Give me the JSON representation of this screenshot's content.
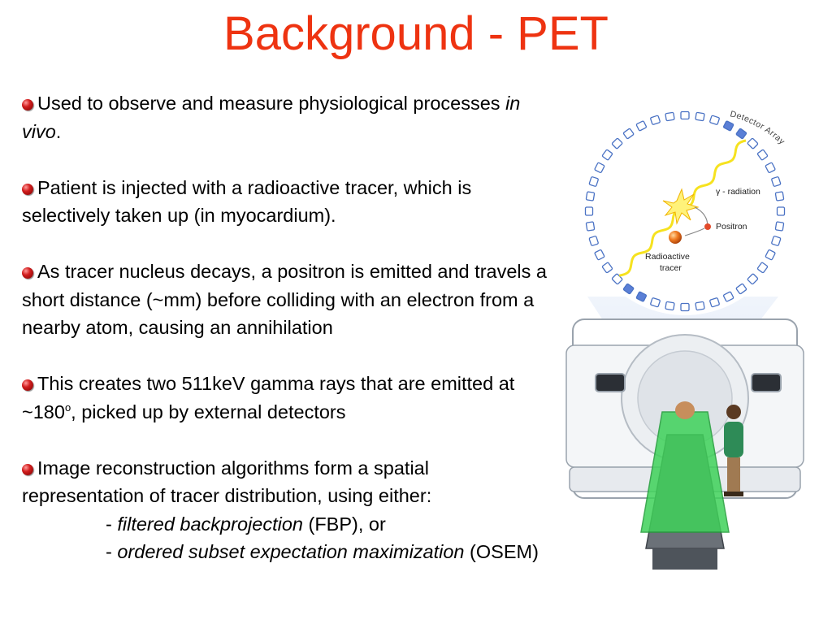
{
  "title": "Background - PET",
  "bullets": [
    {
      "text": "Used to observe and measure physiological processes ",
      "italic": "in vivo",
      "after": "."
    },
    {
      "text": "Patient is injected with a radioactive tracer, which is selectively taken up (in myocardium)."
    },
    {
      "text": "As tracer nucleus decays, a positron is emitted and travels a short distance (~mm) before colliding with an electron from a nearby atom, causing an annihilation"
    },
    {
      "text_a": "This creates two 511keV gamma rays that are emitted at ~180",
      "sup": "o",
      "text_b": ", picked up by external detectors"
    },
    {
      "text": "Image reconstruction algorithms form a spatial representation of tracer distribution, using either:",
      "methods": [
        {
          "dash": "- ",
          "italic": "filtered backprojection",
          "rest": " (FBP), or"
        },
        {
          "dash": "- ",
          "italic": "ordered subset expectation maximization",
          "rest": " (OSEM)"
        }
      ]
    }
  ],
  "figure": {
    "labels": {
      "detector_array": "Detector Array",
      "gamma": "γ - radiation",
      "positron": "Positron",
      "tracer_line1": "Radioactive",
      "tracer_line2": "tracer"
    },
    "colors": {
      "detector_active": "#5a7fd6",
      "detector_outline": "#4a72c4",
      "beam": "#f6e21f",
      "tracer": "#f07a20",
      "drape": "#3fd25a"
    }
  }
}
